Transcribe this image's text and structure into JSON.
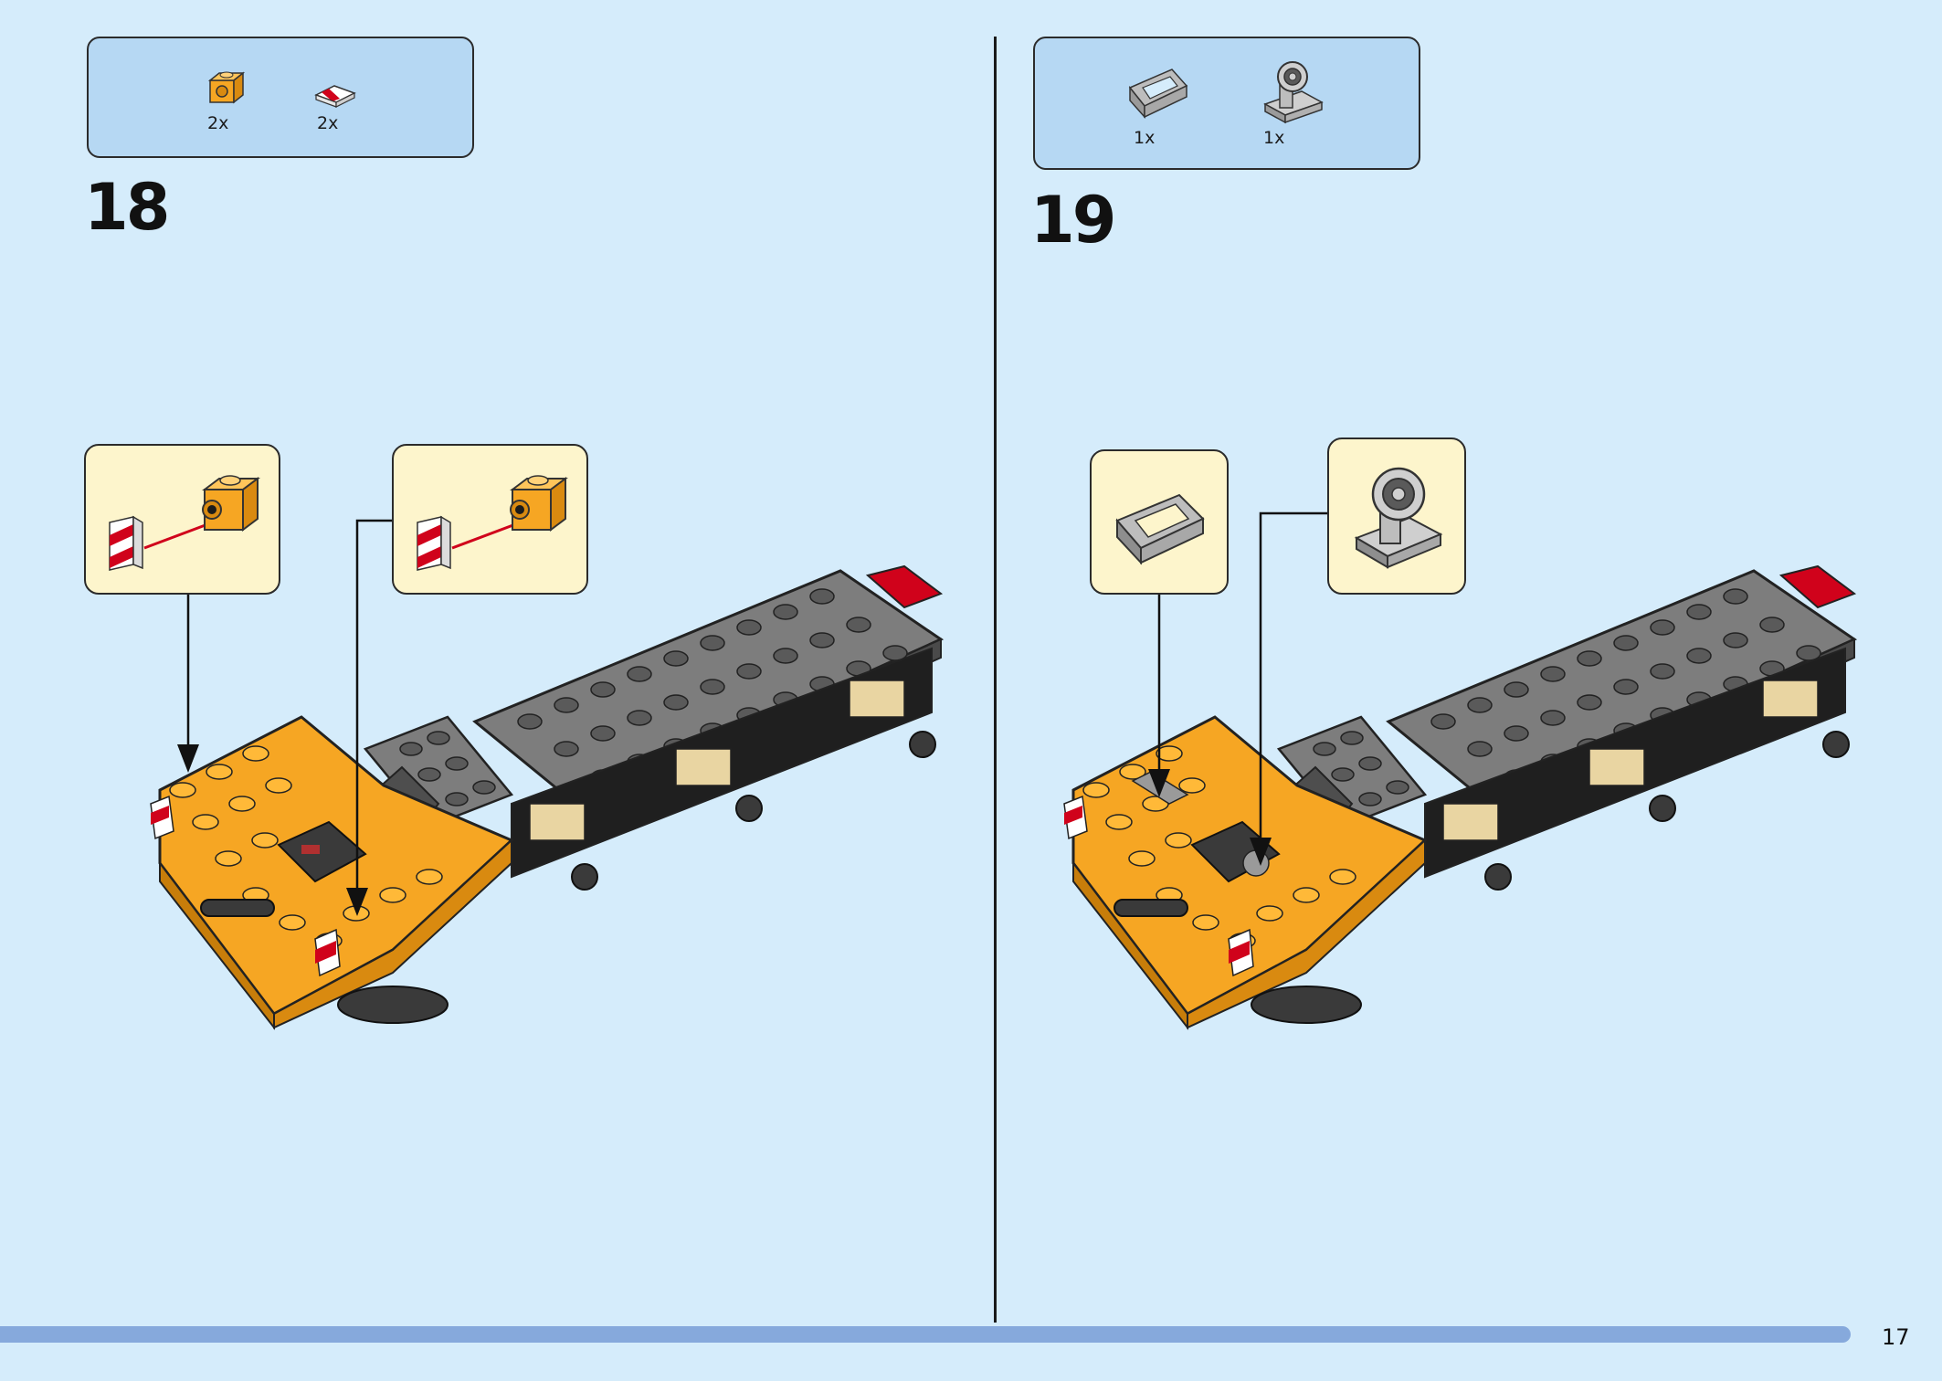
{
  "steps": [
    {
      "number": "18",
      "parts": [
        {
          "icon": "yellow-brick-with-clip-icon",
          "qty": "2x"
        },
        {
          "icon": "red-white-striped-tile-icon",
          "qty": "2x"
        }
      ]
    },
    {
      "number": "19",
      "parts": [
        {
          "icon": "gray-slope-frame-icon",
          "qty": "1x"
        },
        {
          "icon": "steering-wheel-stand-icon",
          "qty": "1x"
        }
      ]
    }
  ],
  "page_number": "17",
  "colors": {
    "background": "#d5ecfb",
    "parts_box": "#b6d8f3",
    "callout": "#fdf5cc",
    "progress_bar": "#86a9dc",
    "brick_yellow": "#f6a623",
    "brick_dark_gray": "#5a5a5a",
    "brick_red": "#d0021b"
  }
}
